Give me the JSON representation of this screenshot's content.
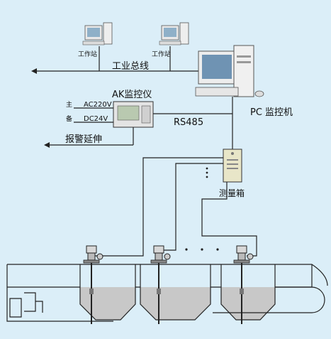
{
  "labels": {
    "workstation_left": "工作站",
    "workstation_right": "工作站",
    "industrial_bus": "工业总线",
    "ak_monitor": "AK监控仪",
    "pc_monitor": "PC 监控机",
    "main_power_tag": "主",
    "backup_power_tag": "备",
    "ac_power": "AC220V",
    "dc_power": "DC24V",
    "rs485": "RS485",
    "alarm_extension": "报警延伸",
    "measuring_box": "测量箱"
  },
  "colors": {
    "background": "#dbeef8",
    "tank_fill": "#c8c8c8",
    "line": "#222222"
  }
}
